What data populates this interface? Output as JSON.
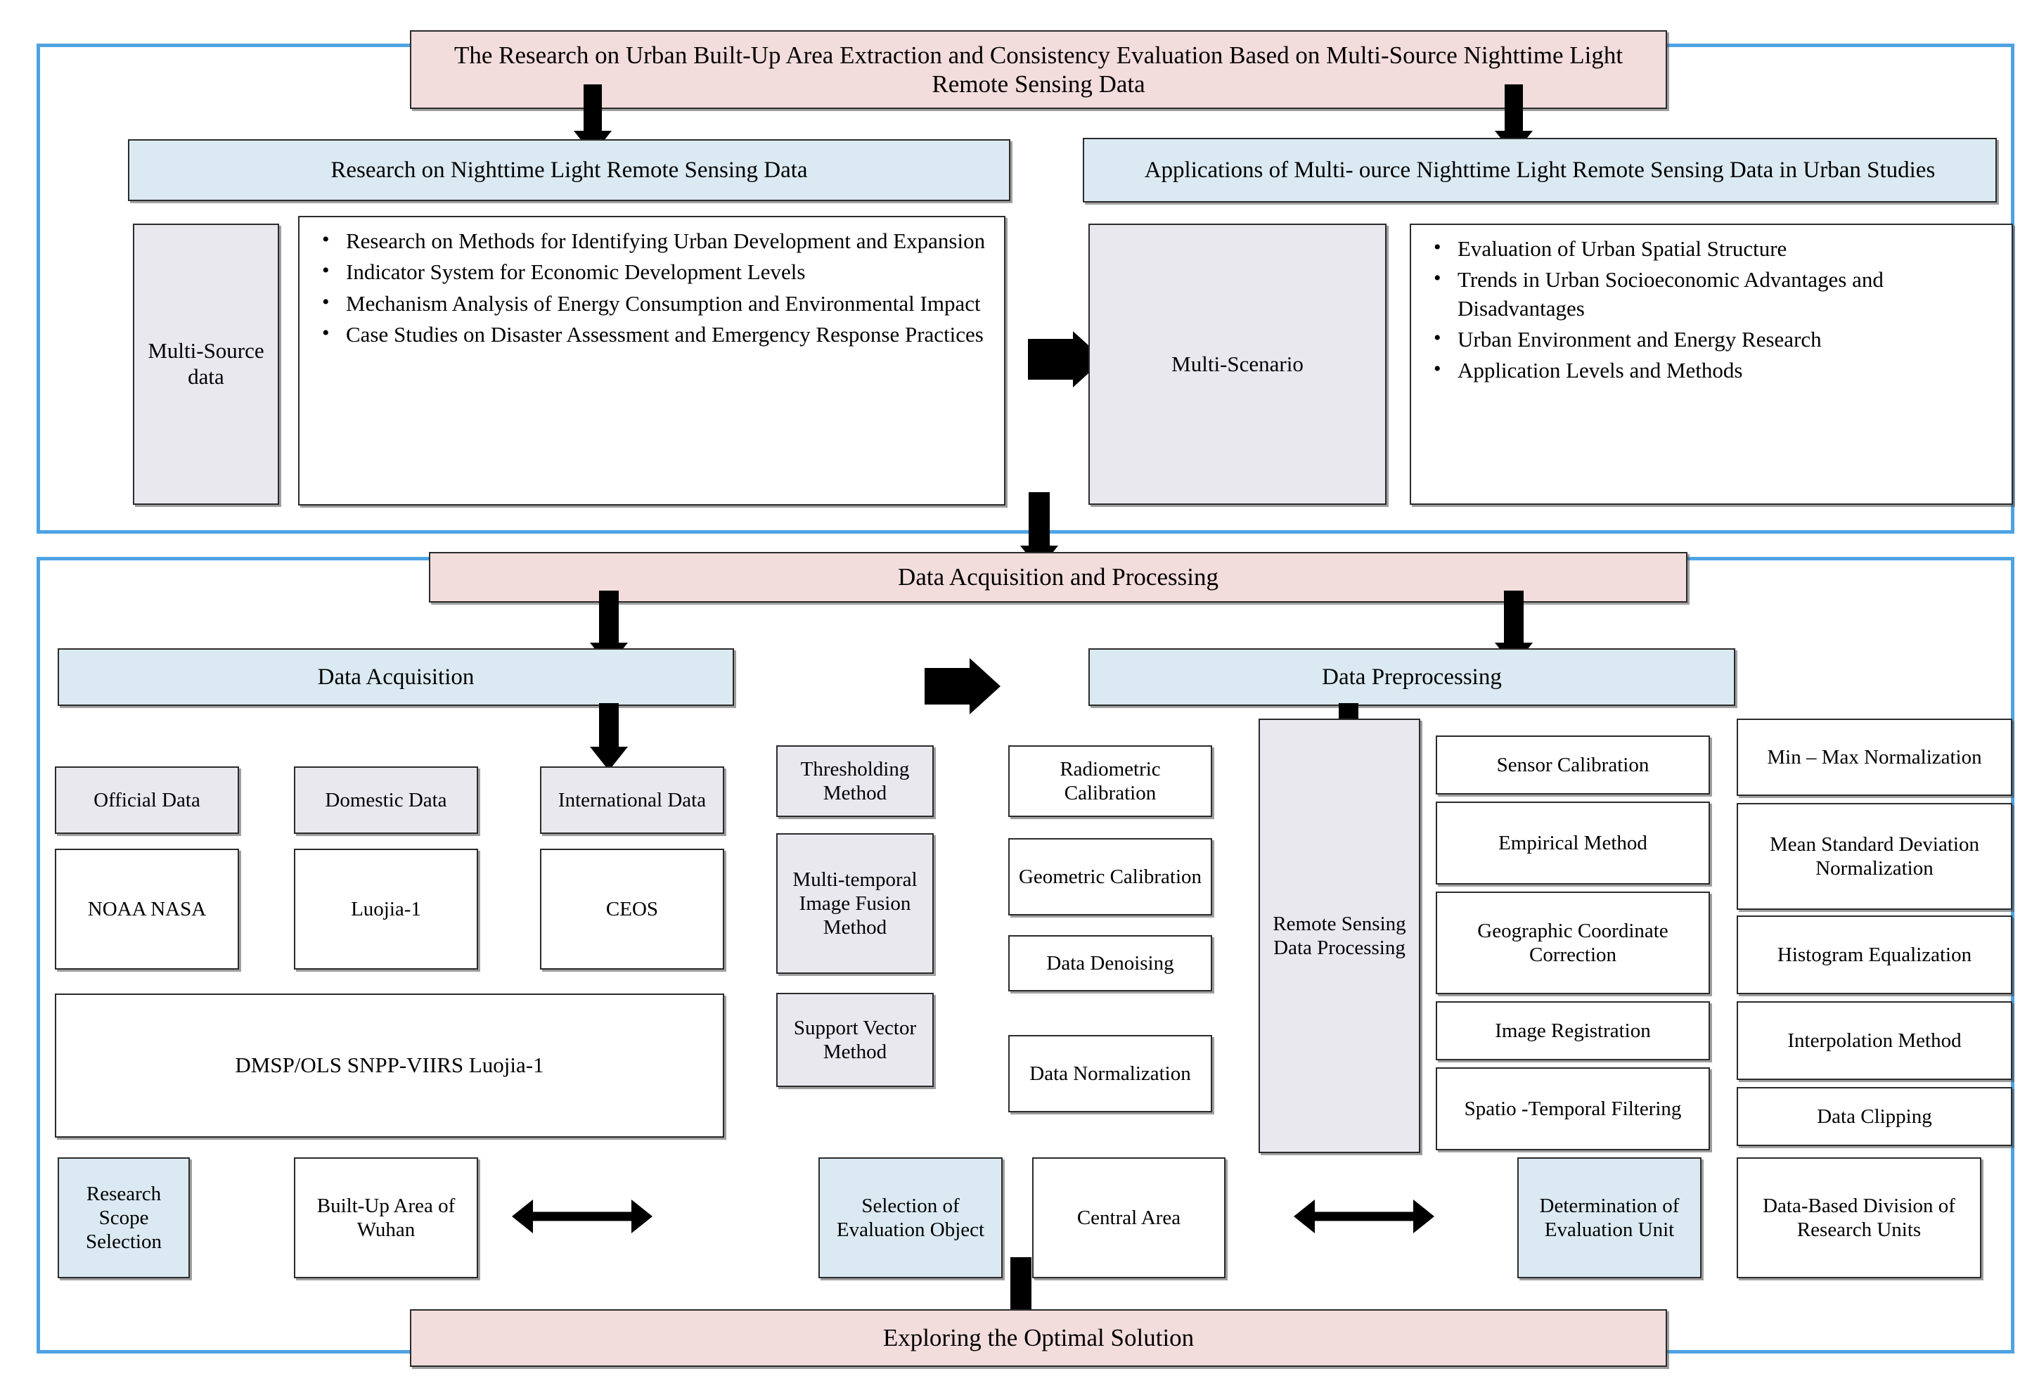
{
  "title_banner": {
    "label": "The Research on Urban Built-Up Area Extraction and Consistency Evaluation Based on Multi-Source Nighttime Light Remote Sensing Data"
  },
  "panel_top": {
    "left_header": "Research on Nighttime Light Remote Sensing Data",
    "right_header": "Applications of Multi- ource Nighttime Light Remote Sensing Data in Urban Studies",
    "left_side_box": "Multi-Source data",
    "right_side_box": "Multi-Scenario",
    "left_bullets": [
      "Research on Methods for Identifying Urban Development and Expansion",
      "Indicator System for Economic Development Levels",
      "Mechanism Analysis of Energy Consumption and Environmental Impact",
      "Case Studies on Disaster Assessment and Emergency Response Practices"
    ],
    "right_bullets": [
      "Evaluation of Urban Spatial Structure",
      "Trends in Urban Socioeconomic Advantages and Disadvantages",
      "Urban Environment and Energy Research",
      "Application Levels and Methods"
    ]
  },
  "mid_banner": {
    "label": "Data Acquisition and Processing"
  },
  "panel_bottom": {
    "acquisition_header": "Data Acquisition",
    "preprocessing_header": "Data Preprocessing",
    "acquisition": {
      "official_data": "Official Data",
      "domestic_data": "Domestic Data",
      "international_data": "International Data",
      "noaa_nasa": "NOAA NASA",
      "luojia": "Luojia-1",
      "ceos": "CEOS",
      "sensors": "DMSP/OLS SNPP-VIIRS Luojia-1"
    },
    "methods_left": [
      "Thresholding Method",
      "Multi-temporal Image Fusion Method",
      "Support Vector Method"
    ],
    "methods_right": [
      "Radiometric Calibration",
      "Geometric Calibration",
      "Data Denoising",
      "Data Normalization"
    ],
    "rs_processing_label": "Remote Sensing Data Processing",
    "processing_steps": [
      "Sensor Calibration",
      "Empirical Method",
      "Geographic Coordinate Correction",
      "Image Registration",
      "Spatio -Temporal Filtering"
    ],
    "normalization_steps": [
      "Min – Max Normalization",
      "Mean Standard Deviation Normalization",
      "Histogram Equalization",
      "Interpolation Method",
      "Data Clipping"
    ],
    "bottom_row": {
      "research_scope_selection": "Research Scope Selection",
      "built_up_area_of_wuhan": "Built-Up Area of Wuhan",
      "selection_of_evaluation_object": "Selection of Evaluation Object",
      "central_area": "Central Area",
      "determination_of_evaluation_unit": "Determination of Evaluation Unit",
      "data_based_division": "Data-Based Division of Research Units"
    }
  },
  "bottom_banner": {
    "label": "Exploring the Optimal Solution"
  },
  "colors": {
    "panel_border": "#4fa3e3",
    "banner_pink": "#f3dcdc",
    "header_blue": "#dbeaf2",
    "accent_lavender": "#eae8ef",
    "node_border": "#2b2b2b"
  }
}
